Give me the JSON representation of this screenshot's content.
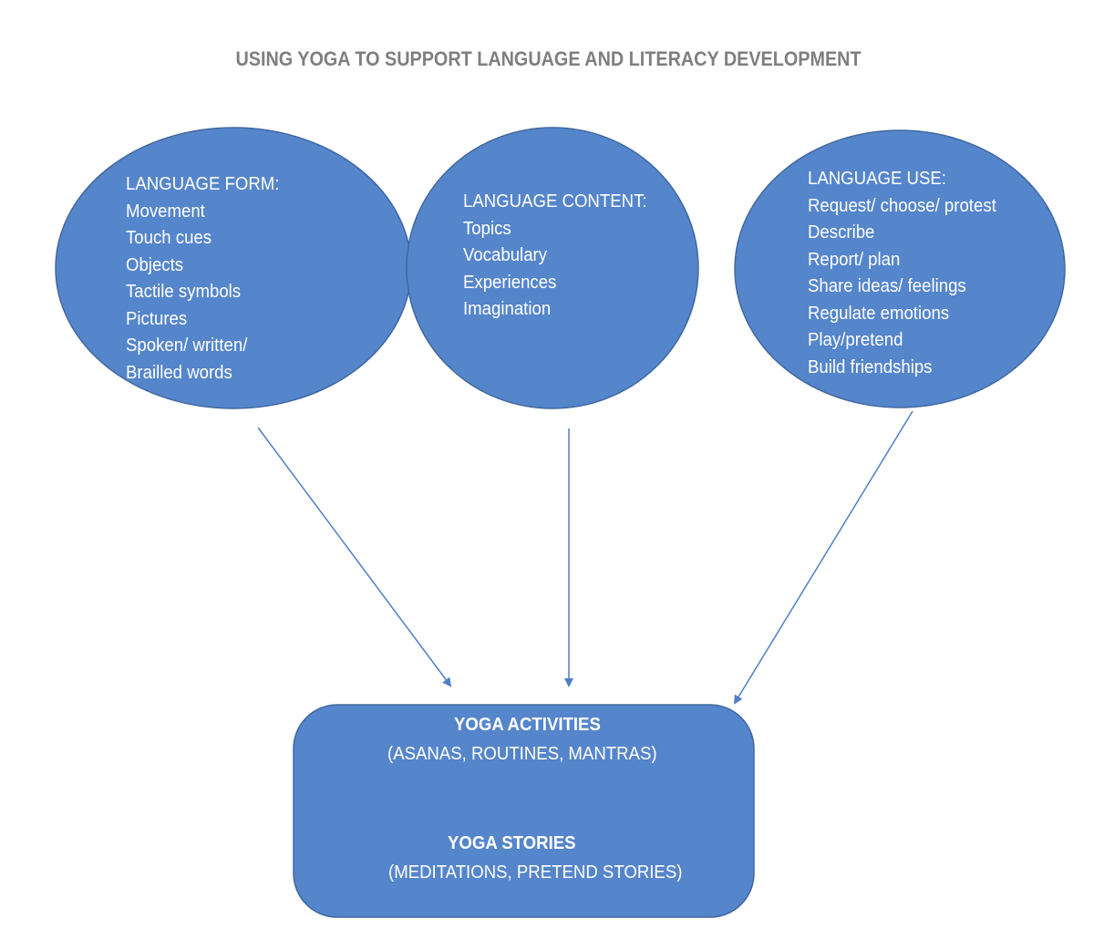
{
  "title": "USING YOGA TO SUPPORT LANGUAGE AND LITERACY DEVELOPMENT",
  "colors": {
    "node_fill": "#5585CB",
    "node_stroke": "#41689F",
    "arrow": "#4F7FC7",
    "title_text": "#7F7F7F",
    "node_text": "#FFFFFF"
  },
  "nodes": {
    "language_form": {
      "shape": "ellipse",
      "heading": "LANGUAGE FORM:",
      "items": [
        "Movement",
        "Touch cues",
        "Objects",
        "Tactile symbols",
        "Pictures",
        "Spoken/ written/",
        "Brailled words"
      ]
    },
    "language_content": {
      "shape": "ellipse",
      "heading": "LANGUAGE CONTENT:",
      "items": [
        "Topics",
        "Vocabulary",
        "Experiences",
        "Imagination"
      ]
    },
    "language_use": {
      "shape": "ellipse",
      "heading": "LANGUAGE USE:",
      "items": [
        "Request/ choose/ protest",
        "Describe",
        "Report/ plan",
        "Share ideas/ feelings",
        "Regulate emotions",
        "Play/pretend",
        "Build friendships"
      ]
    },
    "yoga_box": {
      "shape": "rounded-rectangle",
      "activities_heading": "YOGA ACTIVITIES",
      "activities_detail": "(ASANAS, ROUTINES, MANTRAS)",
      "stories_heading": "YOGA STORIES",
      "stories_detail": "(MEDITATIONS, PRETEND STORIES)"
    }
  },
  "edges": [
    {
      "from": "language_form",
      "to": "yoga_box"
    },
    {
      "from": "language_content",
      "to": "yoga_box"
    },
    {
      "from": "language_use",
      "to": "yoga_box"
    }
  ]
}
